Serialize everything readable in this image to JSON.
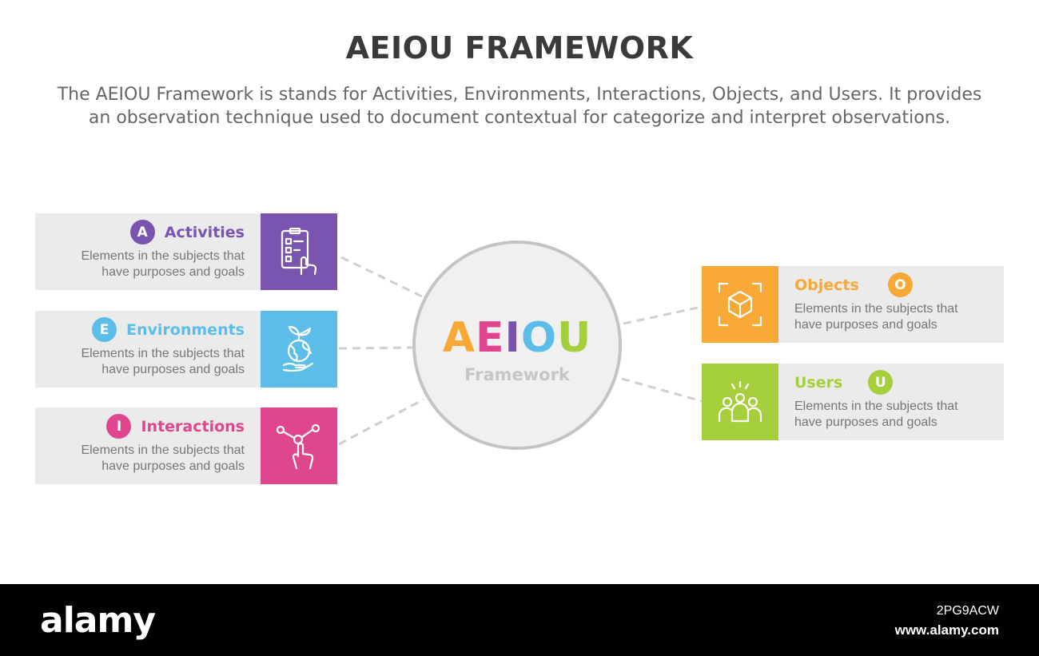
{
  "title": "AEIOU FRAMEWORK",
  "subtitle_line1": "The AEIOU Framework is stands for Activities, Environments, Interactions, Objects, and Users. It provides",
  "subtitle_line2": "an observation technique used to document contextual for categorize and interpret observations.",
  "center": {
    "letters": [
      {
        "char": "A",
        "color": "#f7a836"
      },
      {
        "char": "E",
        "color": "#e0468e"
      },
      {
        "char": "I",
        "color": "#7a55b0"
      },
      {
        "char": "O",
        "color": "#5bbde8"
      },
      {
        "char": "U",
        "color": "#a6cf3c"
      }
    ],
    "subtitle": "Framework"
  },
  "items": [
    {
      "key": "activities",
      "letter": "A",
      "label": "Activities",
      "color": "#7a55b0",
      "icon": "checklist-touch-icon",
      "desc1": "Elements in the subjects that",
      "desc2": "have purposes and goals"
    },
    {
      "key": "environments",
      "letter": "E",
      "label": "Environments",
      "color": "#5bbde8",
      "icon": "globe-plant-hand-icon",
      "desc1": "Elements in the subjects that",
      "desc2": "have purposes and goals"
    },
    {
      "key": "interactions",
      "letter": "I",
      "label": "Interactions",
      "color": "#e0468e",
      "icon": "network-touch-icon",
      "desc1": "Elements in the subjects that",
      "desc2": "have purposes and goals"
    },
    {
      "key": "objects",
      "letter": "O",
      "label": "Objects",
      "color": "#f7a836",
      "icon": "cube-scan-icon",
      "desc1": "Elements in the subjects that",
      "desc2": "have purposes and goals"
    },
    {
      "key": "users",
      "letter": "U",
      "label": "Users",
      "color": "#a6cf3c",
      "icon": "user-group-icon",
      "desc1": "Elements in the subjects that",
      "desc2": "have purposes and goals"
    }
  ],
  "footer": {
    "logo": "alamy",
    "image_id": "2PG9ACW",
    "url": "www.alamy.com"
  }
}
